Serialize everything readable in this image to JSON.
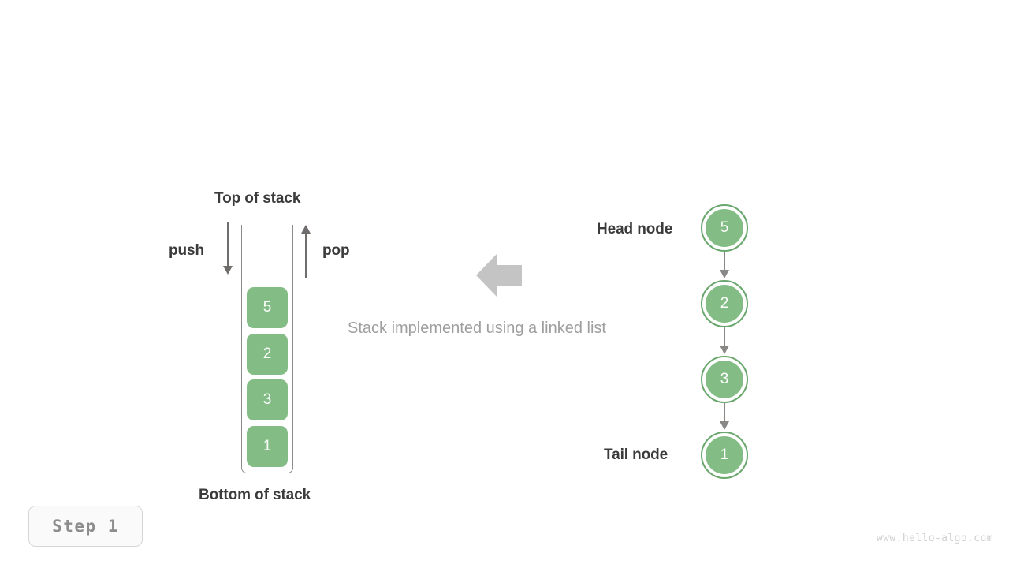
{
  "diagram": {
    "caption": "Stack implemented using a linked list",
    "step_badge": "Step  1",
    "watermark": "www.hello-algo.com",
    "colors": {
      "node_fill": "#83bd85",
      "node_ring": "#6aa76d",
      "arrow_gray": "#8a8787",
      "label_dark": "#3b3b3b",
      "muted_gray": "#9e9e9e",
      "big_arrow": "#c4c4c4",
      "container_border": "#8a8a8a"
    }
  },
  "stack": {
    "top_label": "Top of stack",
    "bottom_label": "Bottom of stack",
    "push_label": "push",
    "pop_label": "pop",
    "items": [
      {
        "value": "5"
      },
      {
        "value": "2"
      },
      {
        "value": "3"
      },
      {
        "value": "1"
      }
    ]
  },
  "linked_list": {
    "head_label": "Head node",
    "tail_label": "Tail node",
    "nodes": [
      {
        "value": "5"
      },
      {
        "value": "2"
      },
      {
        "value": "3"
      },
      {
        "value": "1"
      }
    ]
  }
}
